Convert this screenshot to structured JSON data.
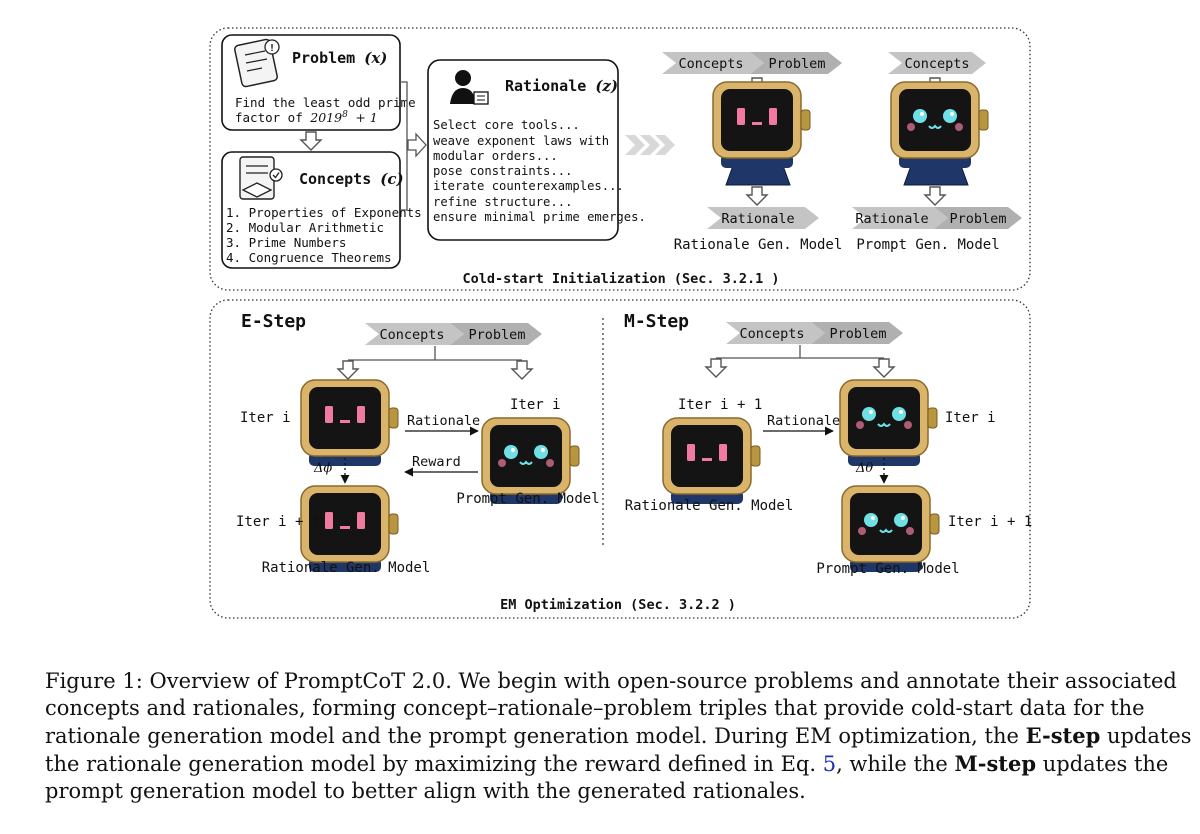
{
  "cold_start": {
    "title": "Cold-start Initialization (Sec. 3.2.1 )",
    "problem": {
      "label": "Problem",
      "var": "(x)",
      "text_line1": "Find the least odd prime",
      "text_line2_prefix": "factor of",
      "expr_base": "2019",
      "expr_exp": "8",
      "expr_suffix": "+ 1"
    },
    "concepts": {
      "label": "Concepts",
      "var": "(c)",
      "items": [
        "1.  Properties of Exponents",
        "2.  Modular Arithmetic",
        "3.  Prime Numbers",
        "4.  Congruence Theorems"
      ]
    },
    "rationale": {
      "label": "Rationale",
      "var": "(z)",
      "lines": [
        "Select core tools...",
        "weave exponent laws with",
        "modular orders...",
        "pose constraints...",
        "iterate counterexamples...",
        "refine structure...",
        "ensure minimal prime emerges."
      ]
    },
    "rationale_model": {
      "input_tags": [
        "Concepts",
        "Problem"
      ],
      "output_tags": [
        "Rationale"
      ],
      "name": "Rationale Gen. Model"
    },
    "prompt_model": {
      "input_tags": [
        "Concepts"
      ],
      "output_tags": [
        "Rationale",
        "Problem"
      ],
      "name": "Prompt Gen. Model"
    }
  },
  "em": {
    "title": "EM Optimization (Sec. 3.2.2 )",
    "e_step": {
      "title": "E-Step",
      "tags": [
        "Concepts",
        "Problem"
      ],
      "iter_top": "Iter i",
      "iter_right": "Iter i",
      "iter_bottom": "Iter i + 1",
      "rationale_arrow": "Rationale",
      "reward_arrow": "Reward",
      "delta": "Δϕ",
      "rationale_model": "Rationale Gen. Model",
      "prompt_model": "Prompt Gen. Model"
    },
    "m_step": {
      "title": "M-Step",
      "tags": [
        "Concepts",
        "Problem"
      ],
      "iter_left": "Iter i + 1",
      "iter_top": "Iter i",
      "iter_bottom": "Iter i + 1",
      "rationale_arrow": "Rationale",
      "delta": "Δθ",
      "rationale_model": "Rationale Gen. Model",
      "prompt_model": "Prompt Gen. Model"
    }
  },
  "caption": {
    "part1": "Figure 1: Overview of PromptCoT 2.0. We begin with open-source problems and annotate their associated concepts and rationales, forming concept–rationale–problem triples that provide cold-start data for the rationale generation model and the prompt generation model. During EM optimization, the ",
    "estep": "E-step",
    "part2": " updates the rationale generation model by maximizing the reward defined in Eq. ",
    "eq": "5",
    "part3": ", while the ",
    "mstep": "M-step",
    "part4": " updates the prompt generation model to better align with the generated rationales."
  },
  "colors": {
    "tag_fill": "#c4c4c4",
    "robot_body": "#1f3768",
    "robot_frame": "#d9b46a",
    "screen": "#141414",
    "rationale_face": "#f07aa0",
    "prompt_face": "#6fe0e6"
  }
}
